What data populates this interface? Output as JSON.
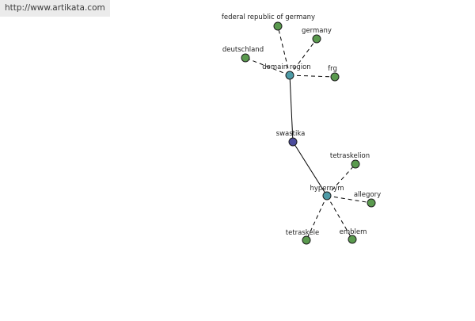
{
  "watermark": {
    "url": "http://www.artikata.com"
  },
  "graph": {
    "center": "swastika",
    "relations": [
      {
        "id": "domain",
        "label": "domain region"
      },
      {
        "id": "hypernym",
        "label": "hypernym"
      }
    ],
    "terms": [
      {
        "id": "federal-republic-of-germany",
        "label": "federal republic of germany",
        "relation": "domain"
      },
      {
        "id": "germany",
        "label": "germany",
        "relation": "domain"
      },
      {
        "id": "deutschland",
        "label": "deutschland",
        "relation": "domain"
      },
      {
        "id": "frg",
        "label": "frg",
        "relation": "domain"
      },
      {
        "id": "tetraskelion",
        "label": "tetraskelion",
        "relation": "hypernym"
      },
      {
        "id": "allegory",
        "label": "allegory",
        "relation": "hypernym"
      },
      {
        "id": "tetraskele",
        "label": "tetraskele",
        "relation": "hypernym"
      },
      {
        "id": "emblem",
        "label": "emblem",
        "relation": "hypernym"
      }
    ],
    "colors": {
      "term_node": "#5a9a4e",
      "relation_node": "#4d9aa6",
      "center_node": "#4b4c9c",
      "edge": "#000000"
    }
  }
}
